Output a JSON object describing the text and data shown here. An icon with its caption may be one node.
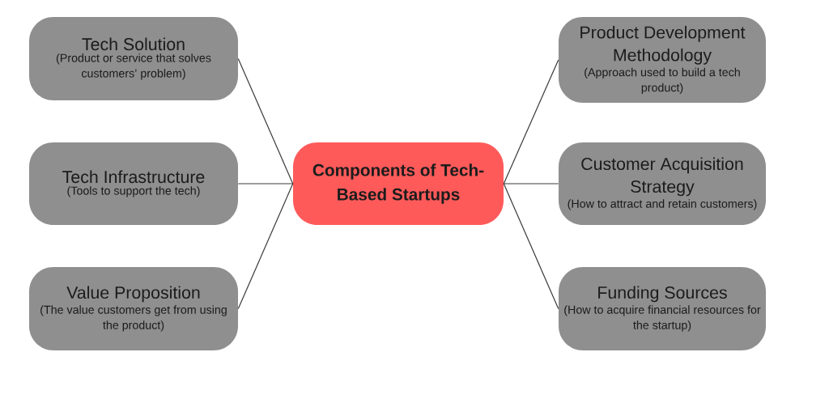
{
  "diagram": {
    "nodes": [
      {
        "text": [
          "Tech Solution",
          "(Product or service that solves customers’ problem)"
        ]
      },
      {
        "text": [
          "Tech Infrastructure",
          "(Tools to support the tech)"
        ]
      },
      {
        "text": [
          "Value Proposition",
          "(The value customers get from using the product)"
        ]
      },
      {
        "text": [
          "Components of Tech-Based Startups"
        ]
      },
      {
        "text": [
          "Product Development Methodology",
          "(Approach used to build a tech product)"
        ]
      },
      {
        "text": [
          "Customer Acquisition Strategy",
          "(How to attract and retain customers)"
        ]
      },
      {
        "text": [
          "Funding Sources",
          "(How to acquire financial resources for the startup)"
        ]
      }
    ],
    "edges": [
      {
        "from": 3,
        "to": 0,
        "arrow": "none"
      },
      {
        "from": 3,
        "to": 1,
        "arrow": "none"
      },
      {
        "from": 3,
        "to": 2,
        "arrow": "none"
      },
      {
        "from": 3,
        "to": 4,
        "arrow": "none"
      },
      {
        "from": 3,
        "to": 5,
        "arrow": "none"
      },
      {
        "from": 3,
        "to": 6,
        "arrow": "none"
      }
    ]
  }
}
